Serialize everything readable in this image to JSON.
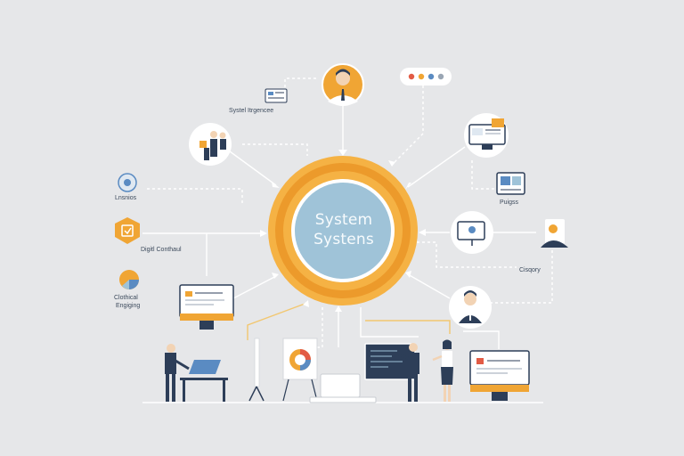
{
  "center": {
    "line1": "System",
    "line2": "Systens"
  },
  "labels": {
    "top_left": "Systel Itrgencee",
    "left_1": "Lnsnios",
    "left_2": "Digitl Conthaul",
    "left_3_line1": "Clothical",
    "left_3_line2": "Engiging",
    "right_1": "Puigss",
    "right_2": "Cisqory"
  },
  "colors": {
    "background": "#e6e7e9",
    "ring_outer": "#f2a93b",
    "ring_mid": "#e08a26",
    "core": "#9fc3d8",
    "navy": "#2d3e58",
    "accent_orange": "#f0a534",
    "line": "#ffffff"
  },
  "icons": [
    "person-avatar-icon",
    "pill-status-icon",
    "monitor-icon",
    "team-icon",
    "laptop-small-icon",
    "target-icon",
    "badge-icon",
    "pie-icon",
    "presentation-board-icon",
    "gallery-icon",
    "profile-card-icon"
  ]
}
